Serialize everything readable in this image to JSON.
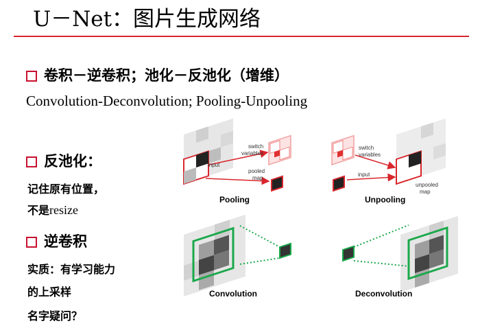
{
  "title": "U－Net：图片生成网络",
  "bullets": {
    "b1": "卷积－逆卷积；池化－反池化（增维）",
    "b1_sub": "Convolution-Deconvolution; Pooling-Unpooling",
    "b2": "反池化：",
    "b2_line1": "记住原有位置，",
    "b2_line2_cn": "不是",
    "b2_line2_en": "resize",
    "b3": "逆卷积",
    "b3_line1": "实质：有学习能力",
    "b3_line2": "的上采样",
    "b3_line3": "名字疑问？"
  },
  "figure": {
    "pooling": {
      "caption": "Pooling",
      "input": "input",
      "switch": "switch variables",
      "switch_l1": "switch",
      "switch_l2": "variables",
      "pooled_l1": "pooled",
      "pooled_l2": "map"
    },
    "unpooling": {
      "caption": "Unpooling",
      "input": "input",
      "switch_l1": "switch",
      "switch_l2": "variables",
      "unpooled_l1": "unpooled",
      "unpooled_l2": "map"
    },
    "convolution": {
      "caption": "Convolution"
    },
    "deconvolution": {
      "caption": "Deconvolution"
    }
  },
  "colors": {
    "accent": "#d9262c",
    "green": "#1aa84a"
  }
}
